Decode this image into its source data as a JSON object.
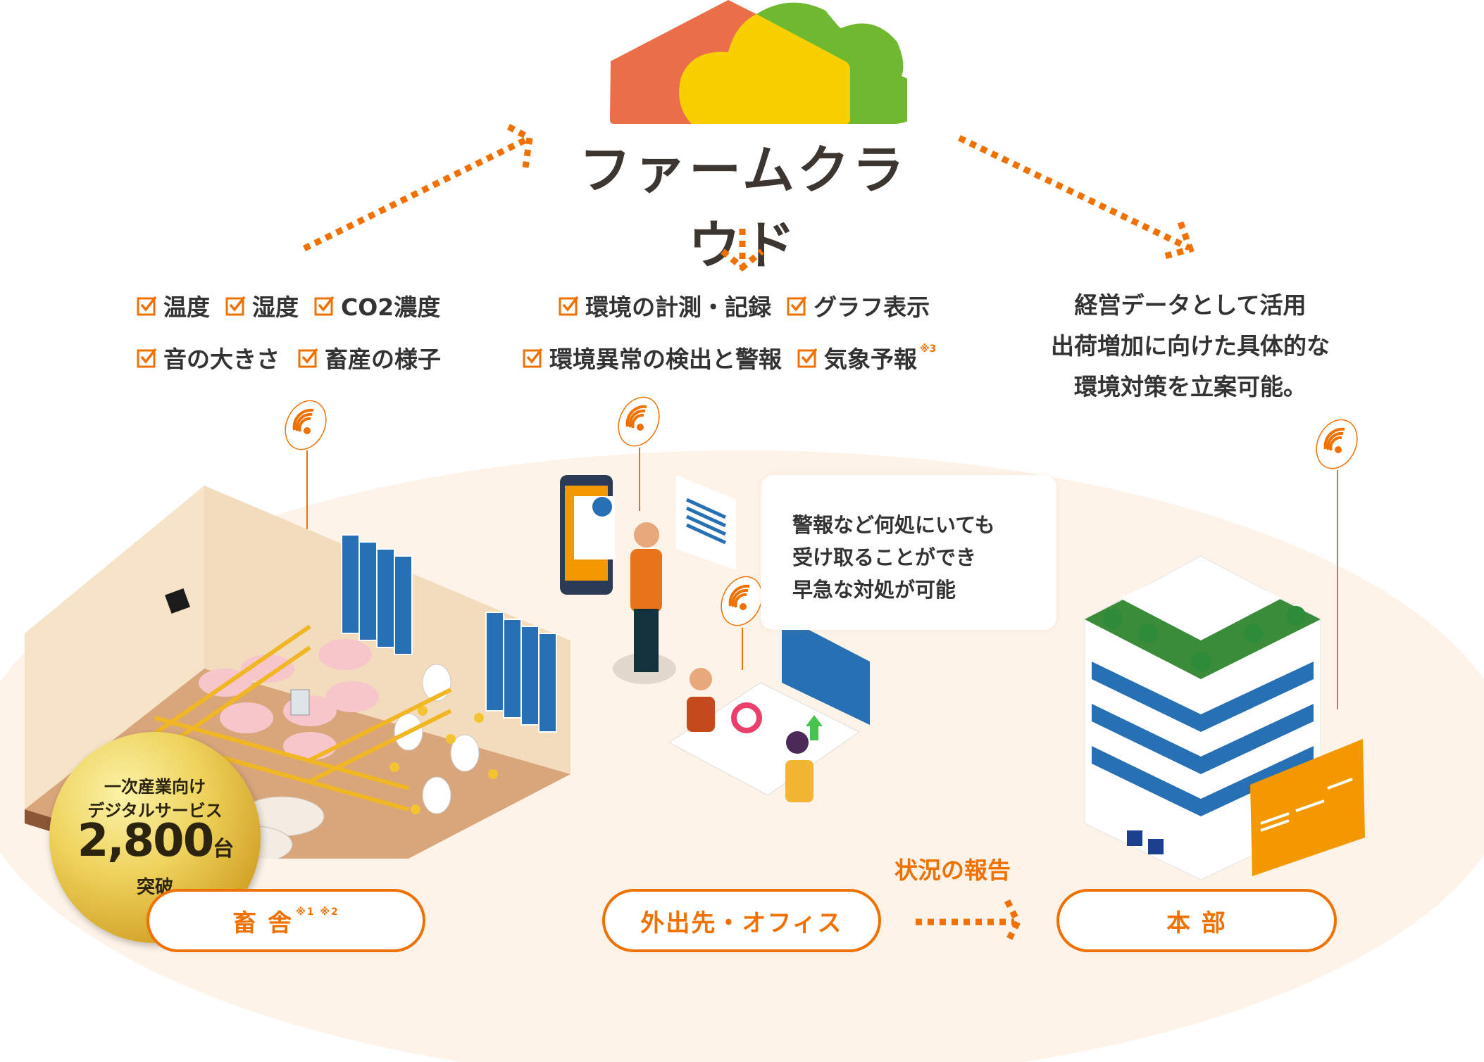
{
  "logo": {
    "text": "ファームクラウド",
    "colors": {
      "house": "#ea6e4a",
      "cloud_yellow": "#f8d000",
      "cloud_green": "#6fb830"
    }
  },
  "accent_color": "#f07000",
  "left_features": {
    "row1": [
      "温度",
      "湿度",
      "CO2濃度"
    ],
    "row2": [
      "音の大きさ",
      "畜産の様子"
    ]
  },
  "center_features": {
    "row1": [
      "環境の計測・記録",
      "グラフ表示"
    ],
    "row2": [
      "環境異常の検出と警報",
      "気象予報"
    ],
    "row2_note": "※3"
  },
  "right_text": {
    "line1": "経営データとして活用",
    "line2": "出荷増加に向けた具体的な",
    "line3": "環境対策を立案可能。"
  },
  "bubble": {
    "line1": "警報など何処にいても",
    "line2": "受け取ることができ",
    "line3": "早急な対処が可能"
  },
  "medal": {
    "line1": "一次産業向け",
    "line2": "デジタルサービス",
    "count": "2,800",
    "unit": "台",
    "line4": "突破"
  },
  "labels": {
    "barn": "畜 舎",
    "barn_note": "※1 ※2",
    "office": "外出先・オフィス",
    "hq": "本 部",
    "report": "状況の報告"
  },
  "icons": {
    "check": "checkbox-checked-icon",
    "wifi": "wifi-signal-icon",
    "arrow": "dotted-arrow-icon"
  }
}
